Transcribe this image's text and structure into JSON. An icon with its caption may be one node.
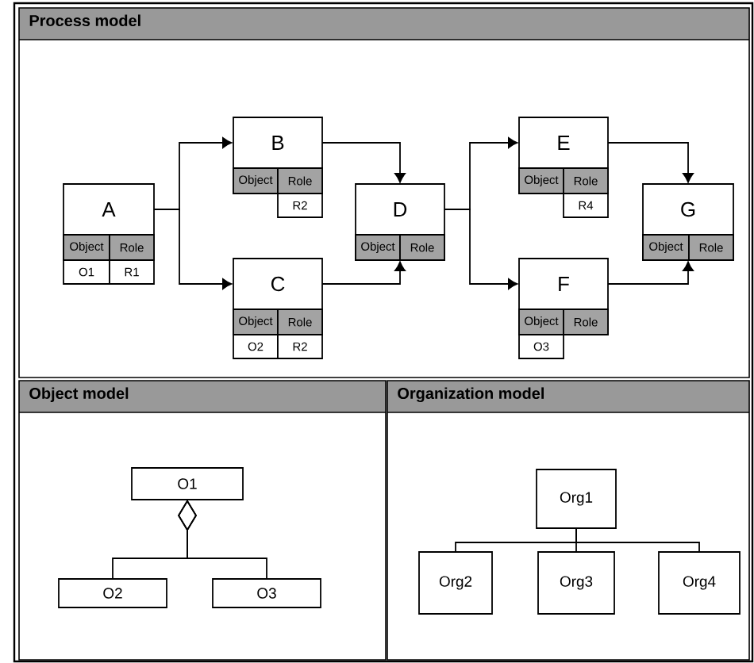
{
  "diagram": {
    "nodes": [
      {
        "text": [
          "Process model"
        ]
      },
      {
        "text": [
          "A"
        ],
        "in": 0
      },
      {
        "text": [
          "Object"
        ],
        "in": 1
      },
      {
        "text": [
          "Role"
        ],
        "in": 1
      },
      {
        "text": [
          "O1"
        ],
        "in": 0
      },
      {
        "text": [
          "R1"
        ],
        "in": 0
      },
      {
        "text": [
          "B"
        ],
        "in": 0
      },
      {
        "text": [
          "Object"
        ],
        "in": 6
      },
      {
        "text": [
          "Role"
        ],
        "in": 6
      },
      {
        "text": [
          "R2"
        ],
        "in": 0
      },
      {
        "text": [
          "C"
        ],
        "in": 0
      },
      {
        "text": [
          "Object"
        ],
        "in": 10
      },
      {
        "text": [
          "Role"
        ],
        "in": 10
      },
      {
        "text": [
          "O2"
        ],
        "in": 0
      },
      {
        "text": [
          "R2"
        ],
        "in": 0
      },
      {
        "text": [
          "D"
        ],
        "in": 0
      },
      {
        "text": [
          "Object"
        ],
        "in": 15
      },
      {
        "text": [
          "Role"
        ],
        "in": 15
      },
      {
        "text": [
          "E"
        ],
        "in": 0
      },
      {
        "text": [
          "Object"
        ],
        "in": 18
      },
      {
        "text": [
          "Role"
        ],
        "in": 18
      },
      {
        "text": [
          "R4"
        ],
        "in": 0
      },
      {
        "text": [
          "F"
        ],
        "in": 0
      },
      {
        "text": [
          "Object"
        ],
        "in": 22
      },
      {
        "text": [
          "Role"
        ],
        "in": 22
      },
      {
        "text": [
          "O3"
        ],
        "in": 0
      },
      {
        "text": [
          "G"
        ],
        "in": 0
      },
      {
        "text": [
          "Object"
        ],
        "in": 26
      },
      {
        "text": [
          "Role"
        ],
        "in": 26
      },
      {
        "text": [
          "Object model"
        ]
      },
      {
        "text": [
          "O1"
        ],
        "in": 29
      },
      {
        "text": [
          "O2"
        ],
        "in": 29
      },
      {
        "text": [
          "O3"
        ],
        "in": 29
      },
      {
        "text": [
          "Organization model"
        ]
      },
      {
        "text": [
          "Org1"
        ],
        "in": 33
      },
      {
        "text": [
          "Org2"
        ],
        "in": 33
      },
      {
        "text": [
          "Org3"
        ],
        "in": 33
      },
      {
        "text": [
          "Org4"
        ],
        "in": 33
      }
    ],
    "edges": [
      {
        "from": 1,
        "to": 6,
        "arrow": "to"
      },
      {
        "from": 1,
        "to": 10,
        "arrow": "to"
      },
      {
        "from": 6,
        "to": 15,
        "arrow": "to"
      },
      {
        "from": 10,
        "to": 15,
        "arrow": "to"
      },
      {
        "from": 15,
        "to": 18,
        "arrow": "to"
      },
      {
        "from": 15,
        "to": 22,
        "arrow": "to"
      },
      {
        "from": 18,
        "to": 26,
        "arrow": "to"
      },
      {
        "from": 22,
        "to": 26,
        "arrow": "to"
      },
      {
        "from": 31,
        "to": 30,
        "arrow": "other"
      },
      {
        "from": 32,
        "to": 30,
        "arrow": "other"
      },
      {
        "from": 34,
        "to": 35,
        "arrow": "none"
      },
      {
        "from": 34,
        "to": 36,
        "arrow": "none"
      },
      {
        "from": 34,
        "to": 37,
        "arrow": "none"
      }
    ]
  }
}
